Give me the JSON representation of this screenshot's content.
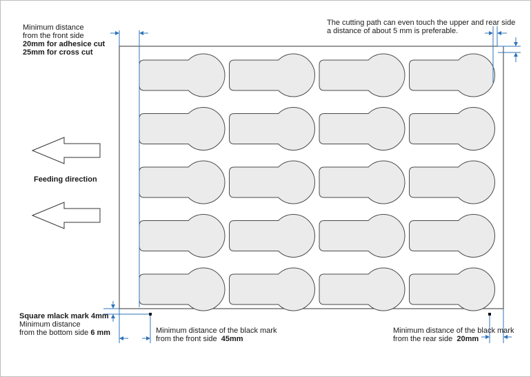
{
  "labels": {
    "front_min_title": "Minimum distance",
    "front_min_sub": "from the front side",
    "front_adhesive": "20mm for adhesice cut",
    "front_cross": "25mm for cross cut",
    "top_note_1": "The cutting path can even touch the upper and rear side",
    "top_note_2": "a distance of about 5 mm is preferable.",
    "feeding": "Feeding direction",
    "square_mark": "Square mlack mark  4mm",
    "bottom_min_title": "Minimum distance",
    "bottom_min_sub": "from the bottom side",
    "bottom_min_value": "6 mm",
    "mark_front_title": "Minimum distance of the black mark",
    "mark_front_sub": "from the front side",
    "mark_front_value": "45mm",
    "mark_rear_title": "Minimum distance of the black mark",
    "mark_rear_sub": "from the rear side",
    "mark_rear_value": "20mm"
  },
  "grid": {
    "rows": 5,
    "columns": 4
  },
  "colors": {
    "label_fill": "#ebebeb",
    "label_stroke": "#4a4a4a",
    "dimension": "#2f73b8",
    "sheet": "#333333",
    "mark": "#111111"
  }
}
